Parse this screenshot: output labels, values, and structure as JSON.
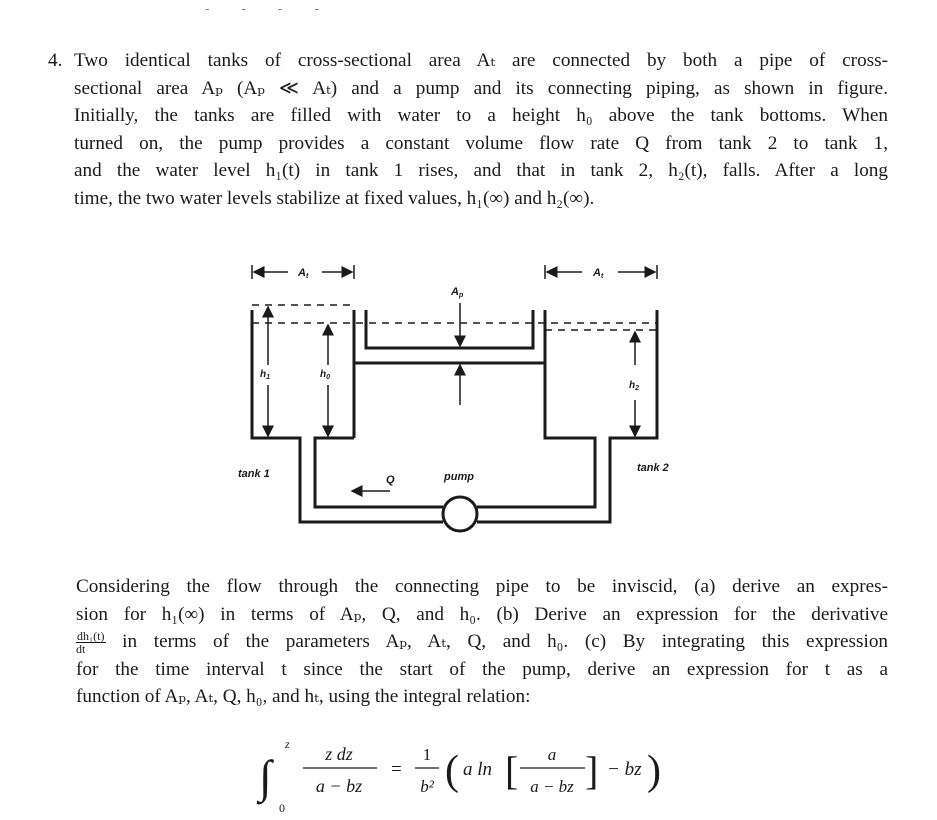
{
  "header_marks": "- - - -",
  "problem": {
    "number": "4.",
    "lines": [
      "Two identical tanks of cross-sectional area Aₜ are connected by both a pipe of cross-",
      "sectional area Aₚ (Aₚ ≪ Aₜ) and a pump and its connecting piping, as shown in figure.",
      "Initially, the tanks are filled with water to a height h₀ above the tank bottoms. When",
      "turned on, the pump provides a constant volume flow rate Q from tank 2 to tank 1,",
      "and the water level h₁(t) in tank 1 rises, and that in tank 2, h₂(t), falls. After a long",
      "time, the two water levels stabilize at fixed values, h₁(∞) and h₂(∞)."
    ]
  },
  "figure": {
    "labels": {
      "at_left": "A",
      "at_left_sub": "t",
      "at_right": "A",
      "at_right_sub": "t",
      "ap": "A",
      "ap_sub": "p",
      "h1": "h",
      "h1_sub": "1",
      "h0": "h",
      "h0_sub": "0",
      "h2": "h",
      "h2_sub": "2",
      "tank1": "tank 1",
      "tank2": "tank 2",
      "q": "Q",
      "pump": "pump"
    }
  },
  "question": {
    "lines": [
      "Considering the flow through the connecting pipe to be inviscid, (a) derive an expres-",
      "sion for h₁(∞) in terms of Aₚ, Q, and h₀. (b) Derive an expression for the derivative",
      "in terms of the parameters Aₚ, Aₜ, Q, and h₀. (c) By integrating this expression",
      "for the time interval t since the start of the pump, derive an expression for t as a",
      "function of Aₚ, Aₜ, Q, h₀, and hₜ, using the integral relation:"
    ],
    "inline_fraction": {
      "numerator": "dh₁(t)",
      "denominator": "dt"
    }
  },
  "equation": {
    "upper_limit": "z",
    "lower_limit": "0",
    "integrand_numerator": "z dz",
    "integrand_denominator": "a − bz",
    "equals": "=",
    "coef_numerator": "1",
    "coef_denominator": "b²",
    "log_term": "a ln",
    "inner_numerator": "a",
    "inner_denominator": "a − bz",
    "tail": "− bz"
  }
}
